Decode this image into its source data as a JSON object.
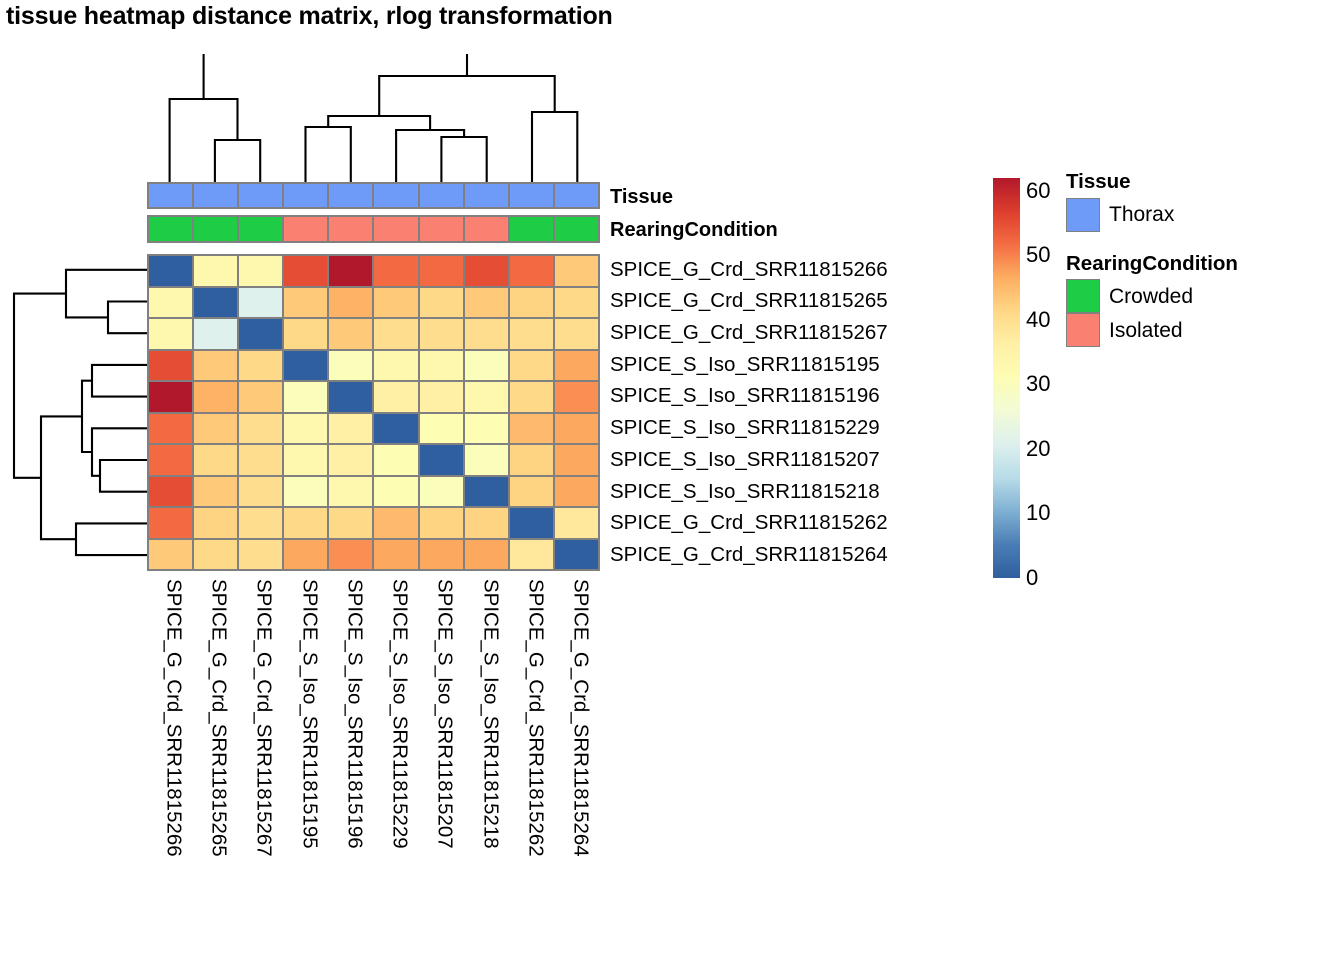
{
  "title": "tissue heatmap distance matrix, rlog transformation",
  "samples": [
    "SPICE_G_Crd_SRR11815266",
    "SPICE_G_Crd_SRR11815265",
    "SPICE_G_Crd_SRR11815267",
    "SPICE_S_Iso_SRR11815195",
    "SPICE_S_Iso_SRR11815196",
    "SPICE_S_Iso_SRR11815229",
    "SPICE_S_Iso_SRR11815207",
    "SPICE_S_Iso_SRR11815218",
    "SPICE_G_Crd_SRR11815262",
    "SPICE_G_Crd_SRR11815264"
  ],
  "annotations": {
    "tissue_label": "Tissue",
    "rearing_label": "RearingCondition",
    "tissue_values": [
      "Thorax",
      "Thorax",
      "Thorax",
      "Thorax",
      "Thorax",
      "Thorax",
      "Thorax",
      "Thorax",
      "Thorax",
      "Thorax"
    ],
    "rearing_values": [
      "Crowded",
      "Crowded",
      "Crowded",
      "Isolated",
      "Isolated",
      "Isolated",
      "Isolated",
      "Isolated",
      "Crowded",
      "Crowded"
    ]
  },
  "legends": [
    {
      "title": "Tissue",
      "name": "tissue",
      "items": [
        {
          "label": "Thorax",
          "color": "#6e9bf7"
        }
      ]
    },
    {
      "title": "RearingCondition",
      "name": "rearing-condition",
      "items": [
        {
          "label": "Crowded",
          "color": "#1ecc46"
        },
        {
          "label": "Isolated",
          "color": "#fa8072"
        }
      ]
    }
  ],
  "colorbar": {
    "ticks": [
      0,
      10,
      20,
      30,
      40,
      50,
      60
    ],
    "min": 0,
    "max": 62,
    "stops": [
      "#2f5f9e",
      "#4a7db5",
      "#7fb0d3",
      "#b8dce8",
      "#ddf0ee",
      "#f2fbd6",
      "#fdfdb4",
      "#fff0a6",
      "#fed886",
      "#fdae61",
      "#f46d43",
      "#dd3d2d",
      "#b2182b"
    ]
  },
  "chart_data": {
    "type": "heatmap",
    "title": "tissue heatmap distance matrix, rlog transformation",
    "xlabel": "",
    "ylabel": "",
    "colorbar_label": "",
    "zlim": [
      0,
      62
    ],
    "colormap": "RdYlBu_r",
    "grid": true,
    "legend_position": "right",
    "categories": [
      "SPICE_G_Crd_SRR11815266",
      "SPICE_G_Crd_SRR11815265",
      "SPICE_G_Crd_SRR11815267",
      "SPICE_S_Iso_SRR11815195",
      "SPICE_S_Iso_SRR11815196",
      "SPICE_S_Iso_SRR11815229",
      "SPICE_S_Iso_SRR11815207",
      "SPICE_S_Iso_SRR11815218",
      "SPICE_G_Crd_SRR11815262",
      "SPICE_G_Crd_SRR11815264"
    ],
    "x": [
      "SPICE_G_Crd_SRR11815266",
      "SPICE_G_Crd_SRR11815265",
      "SPICE_G_Crd_SRR11815267",
      "SPICE_S_Iso_SRR11815195",
      "SPICE_S_Iso_SRR11815196",
      "SPICE_S_Iso_SRR11815229",
      "SPICE_S_Iso_SRR11815207",
      "SPICE_S_Iso_SRR11815218",
      "SPICE_G_Crd_SRR11815262",
      "SPICE_G_Crd_SRR11815264"
    ],
    "y": [
      "SPICE_G_Crd_SRR11815266",
      "SPICE_G_Crd_SRR11815265",
      "SPICE_G_Crd_SRR11815267",
      "SPICE_S_Iso_SRR11815195",
      "SPICE_S_Iso_SRR11815196",
      "SPICE_S_Iso_SRR11815229",
      "SPICE_S_Iso_SRR11815207",
      "SPICE_S_Iso_SRR11815218",
      "SPICE_G_Crd_SRR11815262",
      "SPICE_G_Crd_SRR11815264"
    ],
    "values": [
      [
        0,
        33,
        33,
        55,
        62,
        52,
        52,
        55,
        52,
        43
      ],
      [
        33,
        0,
        21,
        43,
        46,
        43,
        41,
        43,
        42,
        41
      ],
      [
        33,
        21,
        0,
        41,
        43,
        40,
        40,
        40,
        40,
        40
      ],
      [
        55,
        43,
        41,
        0,
        30,
        33,
        33,
        30,
        41,
        47
      ],
      [
        62,
        46,
        43,
        30,
        0,
        36,
        36,
        33,
        41,
        49
      ],
      [
        52,
        43,
        40,
        33,
        36,
        0,
        31,
        31,
        45,
        47
      ],
      [
        52,
        41,
        40,
        33,
        36,
        31,
        0,
        30,
        42,
        47
      ],
      [
        55,
        43,
        40,
        30,
        33,
        31,
        30,
        0,
        42,
        47
      ],
      [
        52,
        42,
        40,
        41,
        41,
        45,
        42,
        42,
        0,
        38
      ],
      [
        43,
        41,
        40,
        47,
        49,
        47,
        47,
        47,
        38,
        0
      ]
    ]
  },
  "dendrograms": {
    "column": {
      "description": "hierarchical clustering of columns, drawn above the annotation bars"
    },
    "row": {
      "description": "hierarchical clustering of rows, drawn left of the matrix"
    }
  }
}
